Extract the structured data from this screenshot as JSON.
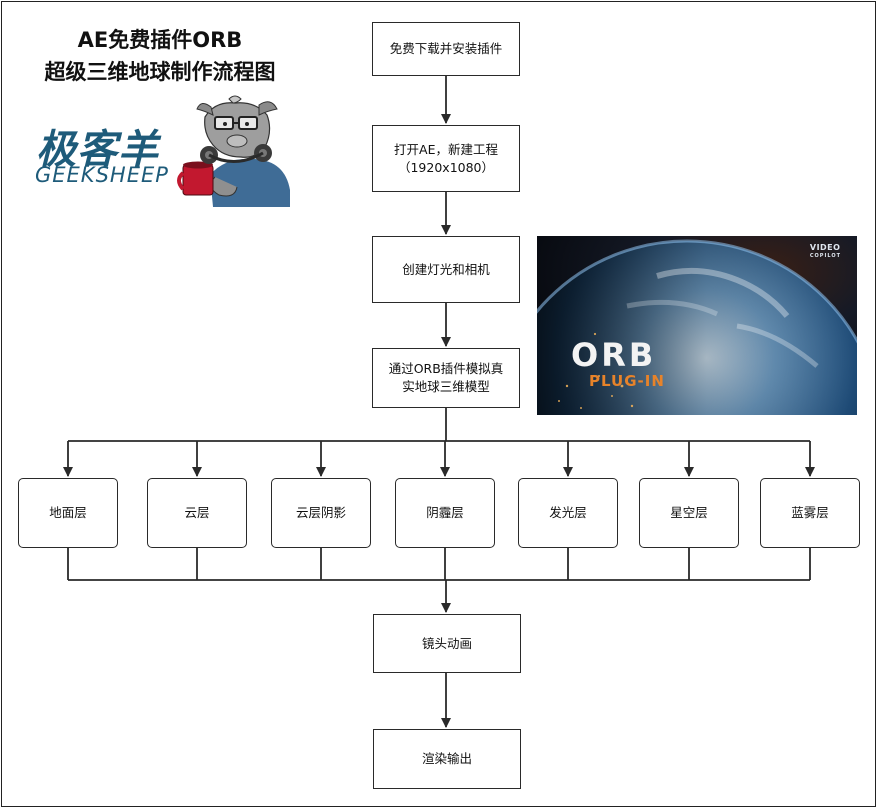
{
  "title": {
    "line1": "AE免费插件ORB",
    "line2": "超级三维地球制作流程图"
  },
  "logo": {
    "chinese": "极客羊",
    "english": "GEEKSHEEP"
  },
  "flow": {
    "step1": "免费下载并安装插件",
    "step2_line1": "打开AE，新建工程",
    "step2_line2": "（1920x1080）",
    "step3": "创建灯光和相机",
    "step4_line1": "通过ORB插件模拟真",
    "step4_line2": "实地球三维模型",
    "layers": [
      "地面层",
      "云层",
      "云层阴影",
      "阴霾层",
      "发光层",
      "星空层",
      "蓝雾层"
    ],
    "step5": "镜头动画",
    "step6": "渲染输出"
  },
  "orb_image": {
    "title": "ORB",
    "subtitle": "PLUG-IN",
    "brand_line1": "VIDEO",
    "brand_line2": "COPILOT",
    "colors": {
      "space": "#0a0d14",
      "ocean": "#1f4d7a",
      "accent": "#e7832a"
    }
  },
  "colors": {
    "logo_blue": "#1e5b7a",
    "line": "#2a2a2a"
  }
}
